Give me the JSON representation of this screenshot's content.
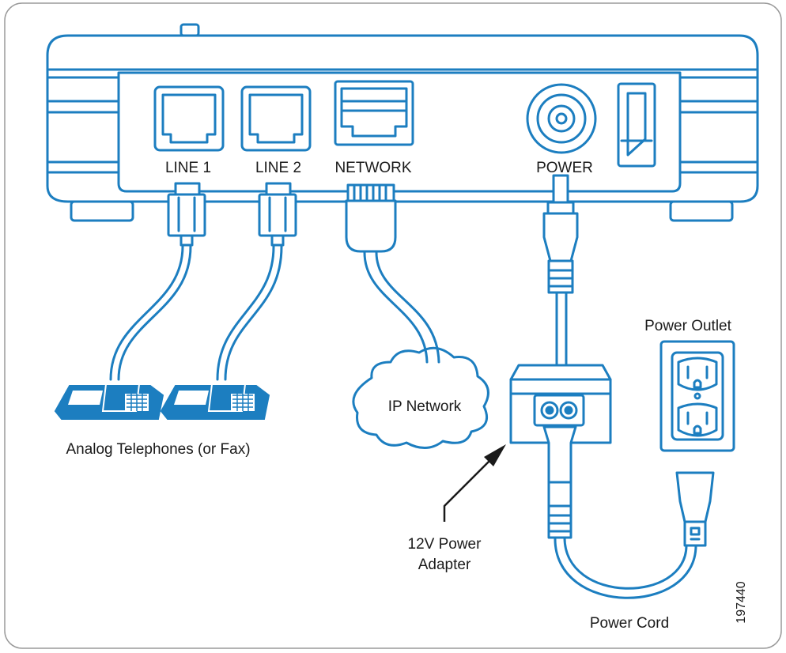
{
  "colors": {
    "accent": "#1c7ec0",
    "accent_fill": "#1c7ec0",
    "frame": "#9a9a9a",
    "text": "#1a1a1a"
  },
  "ports": {
    "line1": "LINE 1",
    "line2": "LINE 2",
    "network": "NETWORK",
    "power": "POWER"
  },
  "labels": {
    "telephones": "Analog Telephones (or Fax)",
    "ip_network": "IP Network",
    "power_outlet": "Power Outlet",
    "adapter_line1": "12V Power",
    "adapter_line2": "Adapter",
    "power_cord": "Power Cord",
    "figure_id": "197440"
  }
}
